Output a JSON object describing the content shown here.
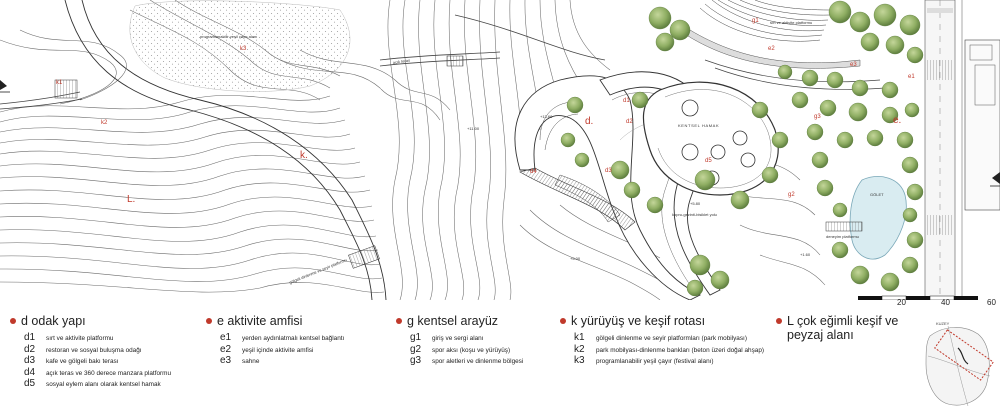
{
  "plan": {
    "labels": {
      "d": "d.",
      "e": "e.",
      "k": "k.",
      "L": "L.",
      "d1": "d1",
      "d2": "d2",
      "d3": "d3",
      "d4": "d4",
      "d5": "d5",
      "e1": "e1",
      "e2": "e2",
      "e3": "e3",
      "k1": "k1",
      "k2": "k2",
      "k3": "k3",
      "g1": "g1",
      "g2": "g2",
      "g3": "g3"
    },
    "hamak": "KENTSEL HAMAK",
    "golet": "GÖLET",
    "sirt": "sırt ve aktivite platformu",
    "programlanabilir": "programlanabilir yeşil çayır alanı",
    "golgeli": "gölgeli dinlenme ve seyir platformu",
    "kopru": "kopru-gezinti-bisiklet yolu",
    "deneyim": "deneyim platformu",
    "acik": "açık teras",
    "elev1": "+13.60",
    "elev2": "+11.00",
    "elev3": "+5.00",
    "elev4": "+1.60",
    "elev5": "+5.80"
  },
  "scale": {
    "t20": "20",
    "t40": "40",
    "t60": "60"
  },
  "north": "KUZEY",
  "legend": [
    {
      "title": "d odak yapı",
      "items": [
        {
          "code": "d1",
          "text": "sırt ve aktivite platformu"
        },
        {
          "code": "d2",
          "text": "restoran ve sosyal buluşma odağı"
        },
        {
          "code": "d3",
          "text": "kafe ve gölgeli bakı terası"
        },
        {
          "code": "d4",
          "text": "açık teras ve 360 derece manzara platformu"
        },
        {
          "code": "d5",
          "text": "sosyal eylem alanı olarak kentsel  hamak"
        }
      ]
    },
    {
      "title": "e aktivite amfisi",
      "items": [
        {
          "code": "e1",
          "text": "yerden aydınlatmalı kentsel bağlantı"
        },
        {
          "code": "e2",
          "text": "yeşil içinde aktivite amfisi"
        },
        {
          "code": "e3",
          "text": "sahne"
        }
      ]
    },
    {
      "title": "g kentsel arayüz",
      "items": [
        {
          "code": "g1",
          "text": "giriş ve sergi alanı"
        },
        {
          "code": "g2",
          "text": "spor aksı (koşu ve yürüyüş)"
        },
        {
          "code": "g3",
          "text": "spor aletleri ve dinlenme bölgesi"
        }
      ]
    },
    {
      "title": "k yürüyüş ve keşif rotası",
      "items": [
        {
          "code": "k1",
          "text": "gölgeli dinlenme ve seyir platformları (park mobilyası)"
        },
        {
          "code": "k2",
          "text": "park mobilyası-dinlenme bankları (beton üzeri doğal ahşap)"
        },
        {
          "code": "k3",
          "text": "programlanabilir yeşil çayır (festival alanı)"
        }
      ]
    },
    {
      "title": "L çok eğimli keşif ve peyzaj alanı",
      "items": []
    }
  ]
}
